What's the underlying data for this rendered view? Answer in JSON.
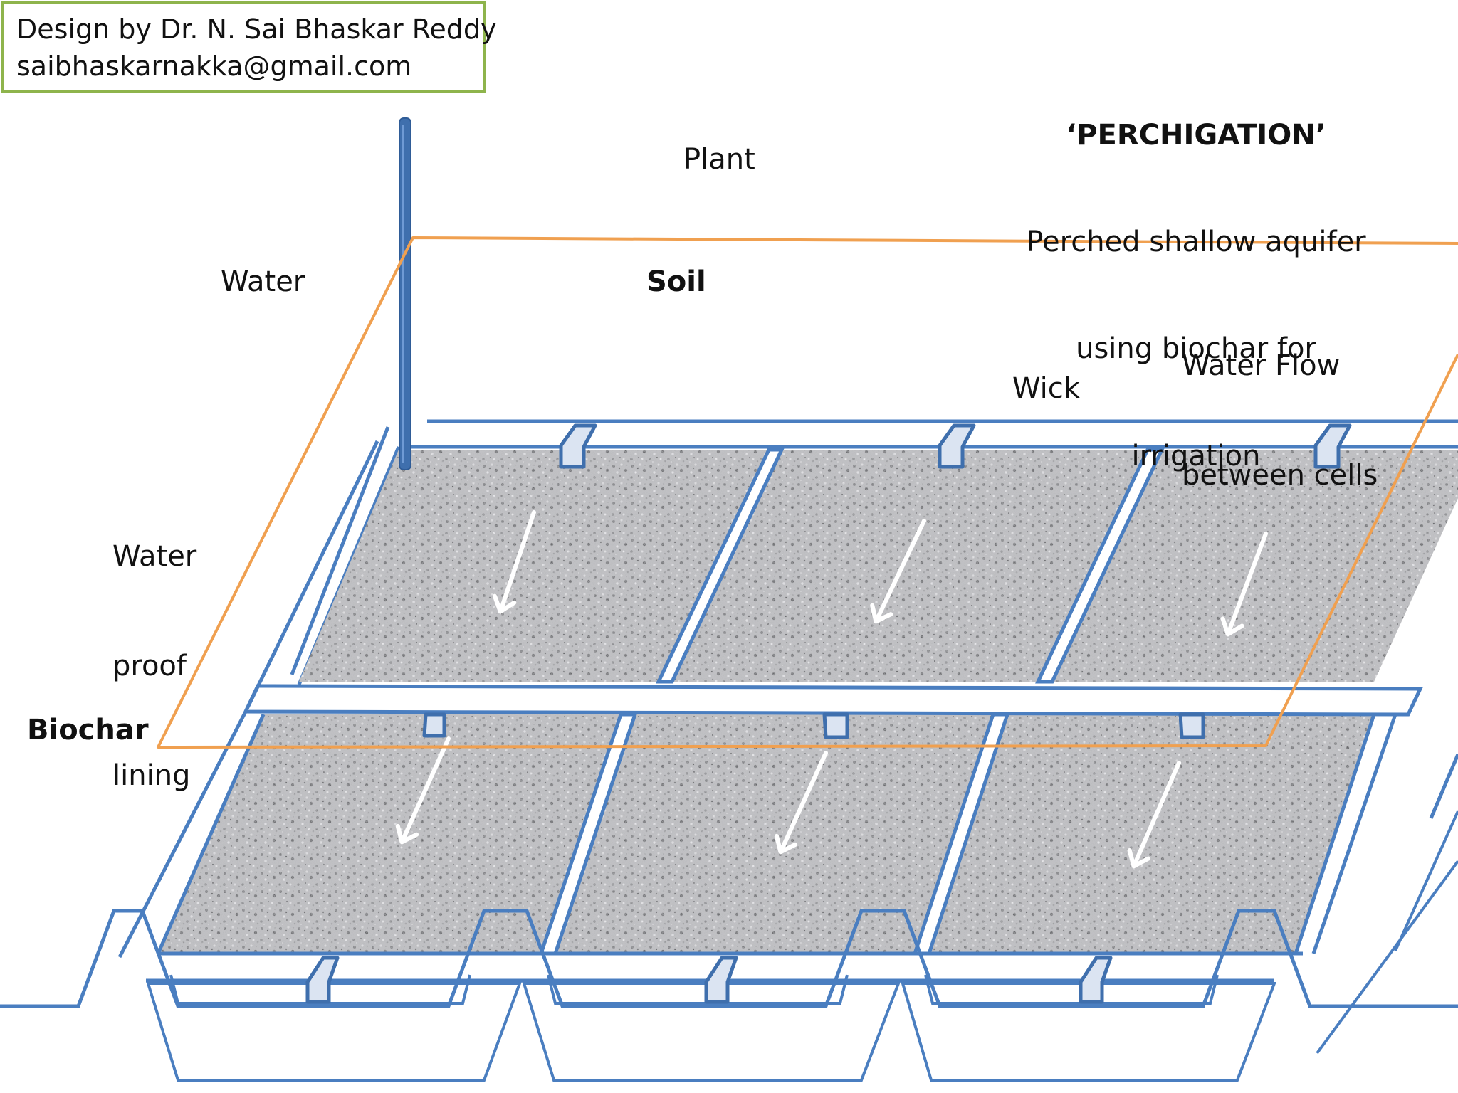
{
  "credit": {
    "line1": "Design by Dr. N. Sai Bhaskar Reddy",
    "line2": "saibhaskarnakka@gmail.com"
  },
  "title": {
    "heading": "‘PERCHIGATION’",
    "line1": "Perched shallow aquifer",
    "line2": "using biochar for",
    "line3": "irrigation"
  },
  "labels": {
    "plant": "Plant",
    "water": "Water",
    "soil": "Soil",
    "water_flow_1": "Water Flow",
    "water_flow_2": "between cells",
    "wick": "Wick",
    "lining_1": "Water",
    "lining_2": "proof",
    "lining_3": "lining",
    "biochar": "Biochar"
  },
  "colors": {
    "frame": "#4a7ec0",
    "pipe": "#3f6fad",
    "plane": "#f0a050",
    "wick_fill": "#dbe4f2",
    "credit_border": "#8eb44c",
    "arrow": "#ffffff"
  }
}
